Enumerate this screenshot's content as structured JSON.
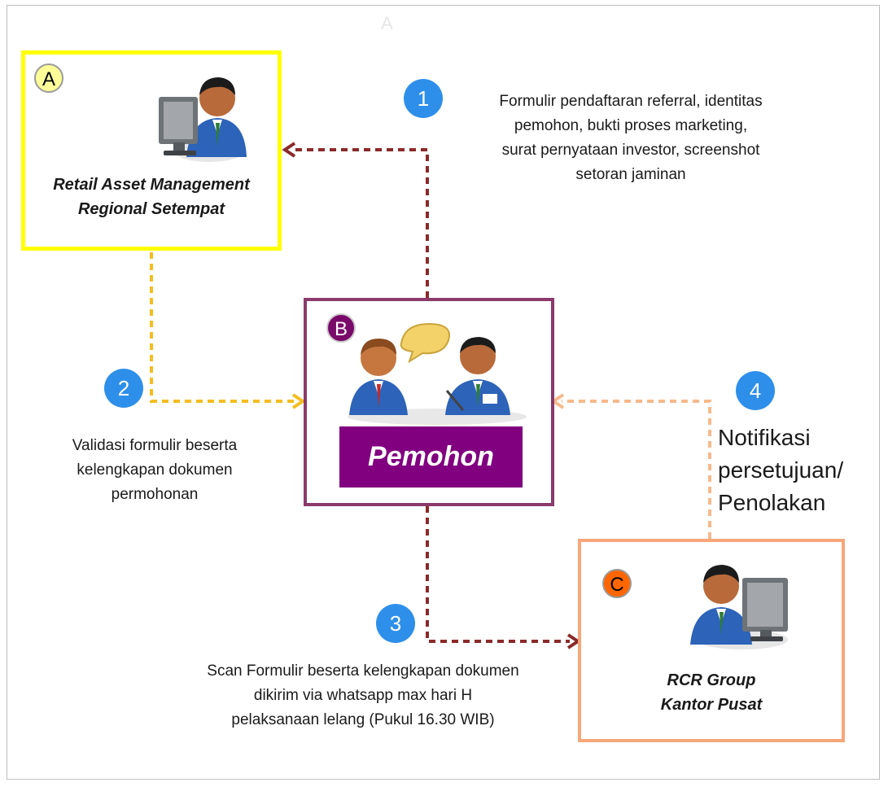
{
  "header": {
    "faint_letter": "A"
  },
  "nodes": {
    "a": {
      "badge": "A",
      "title_lines": [
        "Retail Asset Management",
        "Regional Setempat"
      ],
      "border_color": "#ffff00"
    },
    "b": {
      "badge": "B",
      "label": "Pemohon",
      "border_color": "#8b3a6b",
      "label_bg": "#800080"
    },
    "c": {
      "badge": "C",
      "title_lines": [
        "RCR Group",
        "Kantor Pusat"
      ],
      "border_color": "#f6a77a"
    }
  },
  "steps": [
    {
      "number": "1",
      "lines": [
        "Formulir pendaftaran referral, identitas",
        "pemohon, bukti  proses marketing,",
        "surat pernyataan investor, screenshot",
        "setoran jaminan"
      ]
    },
    {
      "number": "2",
      "lines": [
        "Validasi formulir beserta",
        "kelengkapan dokumen",
        "permohonan"
      ]
    },
    {
      "number": "3",
      "lines": [
        "Scan Formulir beserta kelengkapan dokumen",
        "dikirim via whatsapp max hari H",
        "pelaksanaan lelang (Pukul 16.30 WIB)"
      ]
    },
    {
      "number": "4",
      "lines": [
        "Notifikasi",
        "persetujuan/",
        "Penolakan"
      ]
    }
  ],
  "colors": {
    "step_badge": "#2e8fea",
    "arrow_1_3": "#8b2a2a",
    "arrow_2": "#f5bd1f",
    "arrow_4": "#f7b98c"
  }
}
